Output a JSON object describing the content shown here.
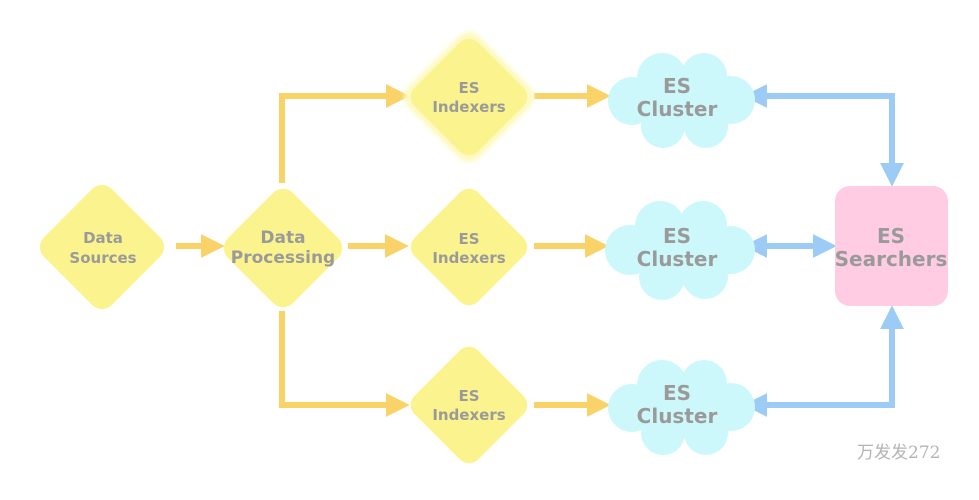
{
  "colors": {
    "diamond_fill": "#fbf48e",
    "diamond_glow": "#fdf9c0",
    "cloud_fill": "#cdf8fb",
    "searcher_fill": "#ffcce4",
    "yellow_arrow": "#f9d367",
    "blue_arrow": "#9ccbf6",
    "text": "#9a9a9a"
  },
  "nodes": {
    "data_sources": {
      "line1": "Data",
      "line2": "Sources"
    },
    "data_processing": {
      "line1": "Data",
      "line2": "Processing"
    },
    "indexers": [
      {
        "line1": "ES",
        "line2": "Indexers"
      },
      {
        "line1": "ES",
        "line2": "Indexers"
      },
      {
        "line1": "ES",
        "line2": "Indexers"
      }
    ],
    "clusters": [
      {
        "line1": "ES",
        "line2": "Cluster"
      },
      {
        "line1": "ES",
        "line2": "Cluster"
      },
      {
        "line1": "ES",
        "line2": "Cluster"
      }
    ],
    "searchers": {
      "line1": "ES",
      "line2": "Searchers"
    }
  },
  "watermark": "万发发272"
}
